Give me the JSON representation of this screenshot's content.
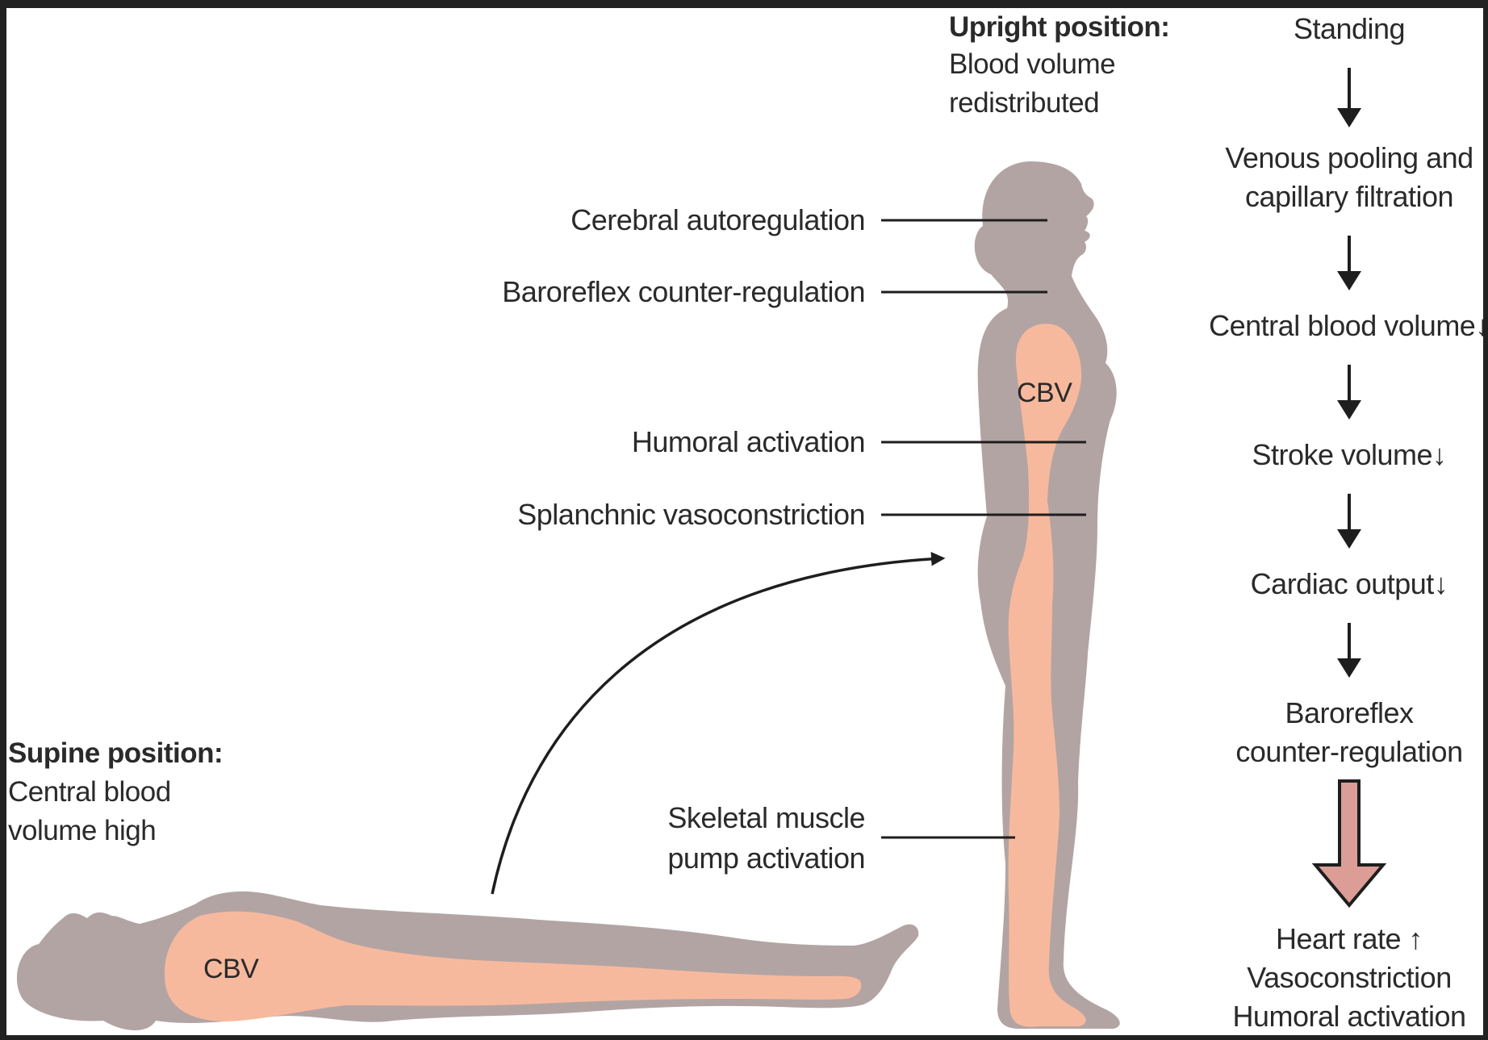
{
  "upright": {
    "heading": "Upright position:",
    "line1": "Blood volume",
    "line2": "redistributed"
  },
  "supine": {
    "heading": "Supine position:",
    "line1": "Central blood",
    "line2": "volume high"
  },
  "body_labels": {
    "cerebral": "Cerebral autoregulation",
    "baroreflex": "Baroreflex counter-regulation",
    "humoral": "Humoral activation",
    "splanchnic": "Splanchnic vasoconstriction",
    "skeletal_1": "Skeletal muscle",
    "skeletal_2": "pump activation",
    "cbv_upright": "CBV",
    "cbv_supine": "CBV"
  },
  "flow": {
    "step1": "Standing",
    "step2_l1": "Venous pooling and",
    "step2_l2": "capillary filtration",
    "step3": "Central blood volume↓",
    "step4": "Stroke volume↓",
    "step5": "Cardiac output↓",
    "step6_l1": "Baroreflex",
    "step6_l2": "counter-regulation",
    "result_l1": "Heart rate ↑",
    "result_l2": "Vasoconstriction",
    "result_l3": "Humoral activation"
  },
  "colors": {
    "background_frame": "#222222",
    "panel": "#ffffff",
    "body_silhouette": "#b3a4a4",
    "central_blood_volume": "#f7b99d",
    "big_arrow_fill": "#dc9d97",
    "text": "#2a2a2a"
  }
}
